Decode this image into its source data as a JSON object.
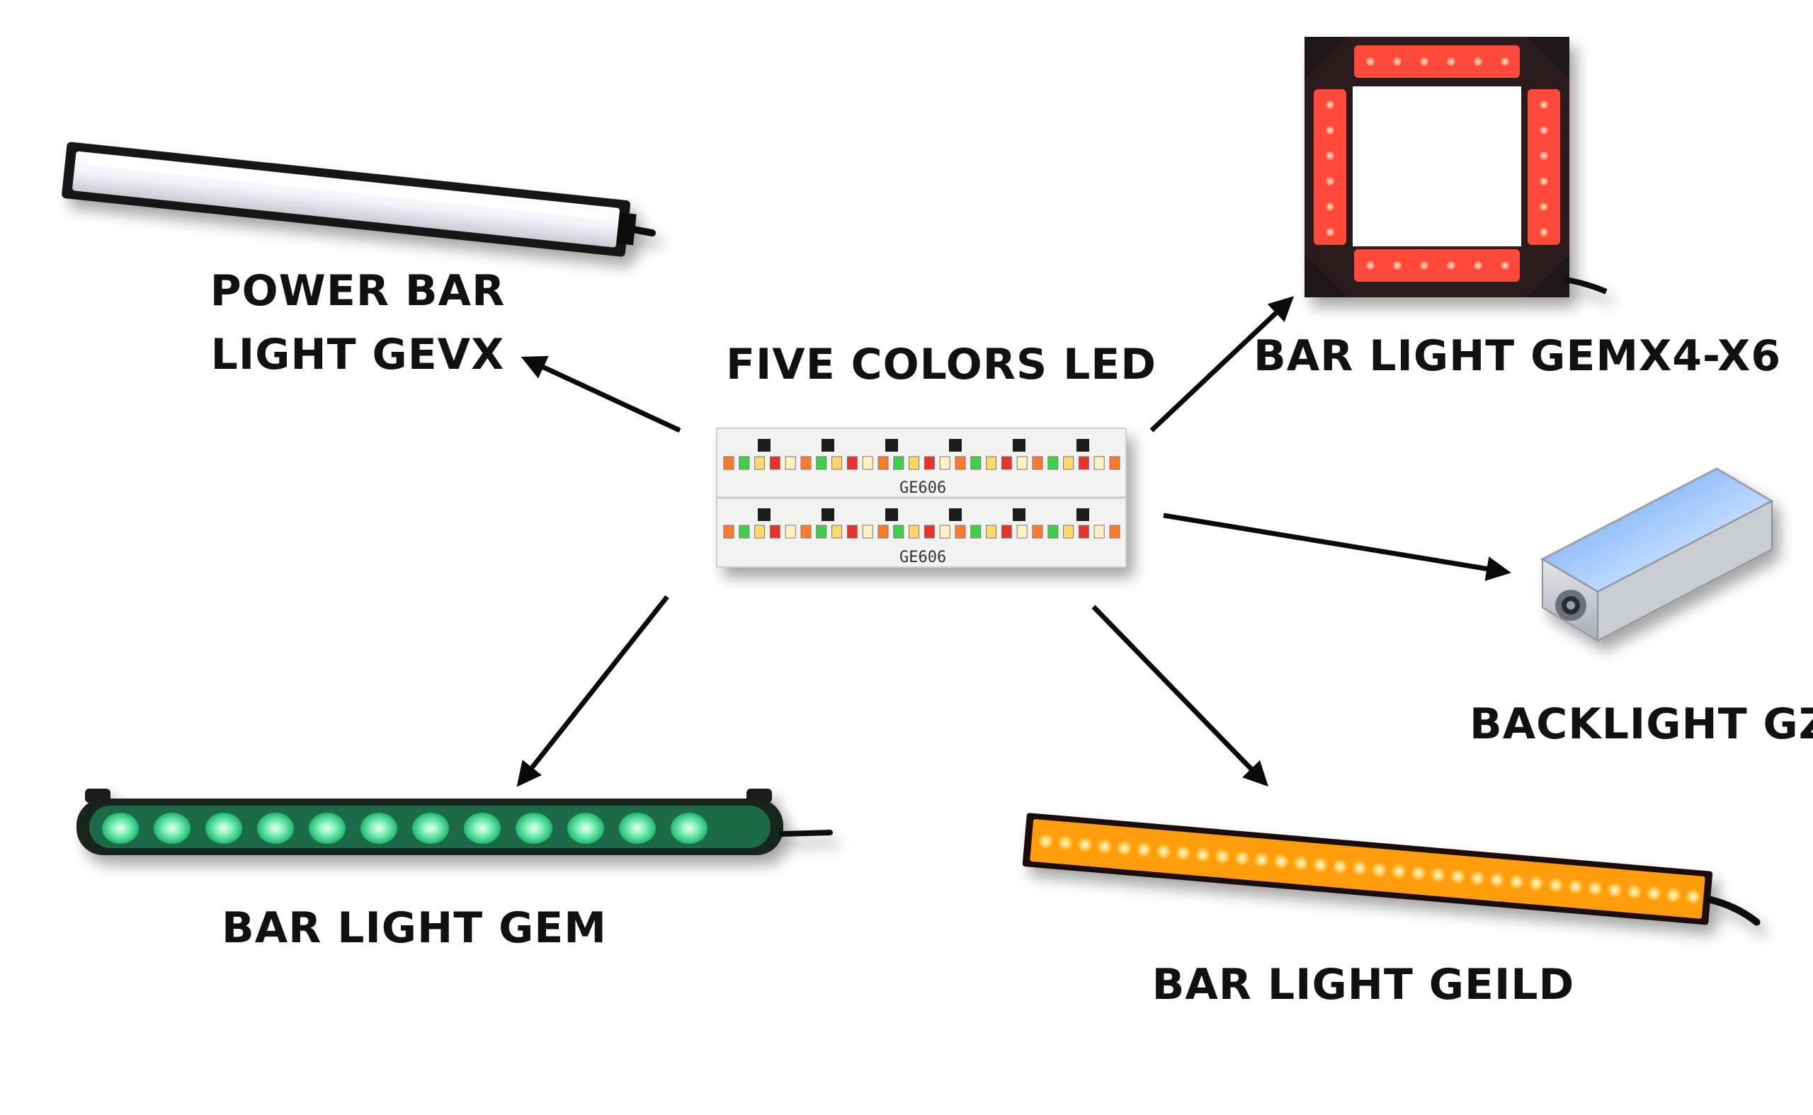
{
  "center": {
    "title": "FIVE COLORS LED",
    "pcb_marking": "GE606"
  },
  "products": [
    {
      "id": "power-bar",
      "lines": [
        "POWER BAR",
        "LIGHT GEVX"
      ],
      "led_color": "#f4f7ff",
      "icon": "white-led-bar"
    },
    {
      "id": "gemx",
      "lines": [
        "BAR LIGHT GEMX4-X6"
      ],
      "led_color": "#ff3b2e",
      "icon": "red-led-square-frame"
    },
    {
      "id": "backlight",
      "lines": [
        "BACKLIGHT GZ"
      ],
      "led_color": "#8fc3ff",
      "icon": "blue-backlight-box"
    },
    {
      "id": "gem",
      "lines": [
        "BAR LIGHT GEM"
      ],
      "led_color": "#34e58c",
      "icon": "green-led-bar"
    },
    {
      "id": "geild",
      "lines": [
        "BAR LIGHT GEILD"
      ],
      "led_color": "#ffb010",
      "icon": "amber-led-bar"
    }
  ],
  "colors": {
    "arrow": "#0a0a0a",
    "text": "#111111"
  }
}
